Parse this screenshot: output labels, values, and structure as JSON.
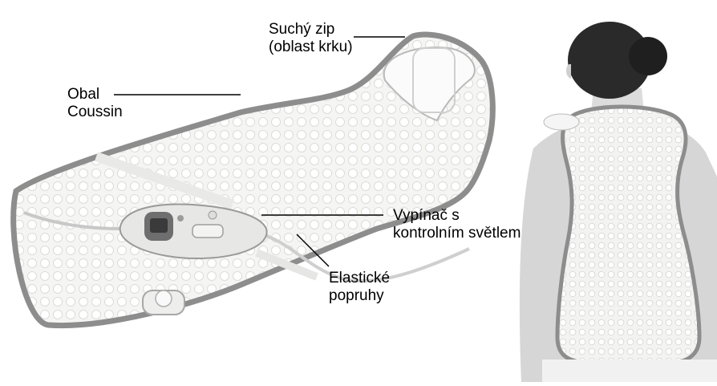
{
  "labels": {
    "suchy_zip": [
      "Suchý zip",
      "(oblast krku)"
    ],
    "obal": [
      "Obal",
      "Coussin"
    ],
    "vypinac": [
      "Vypínač s",
      "kontrolním světlem"
    ],
    "popruhy": [
      "Elastické",
      "popruhy"
    ]
  },
  "colors": {
    "pad_fill": "#f4f4f2",
    "pad_edge": "#8d8d8d",
    "controller": "#e7e7e5",
    "skin": "#d6d6d6",
    "hair": "#2a2a2a"
  }
}
